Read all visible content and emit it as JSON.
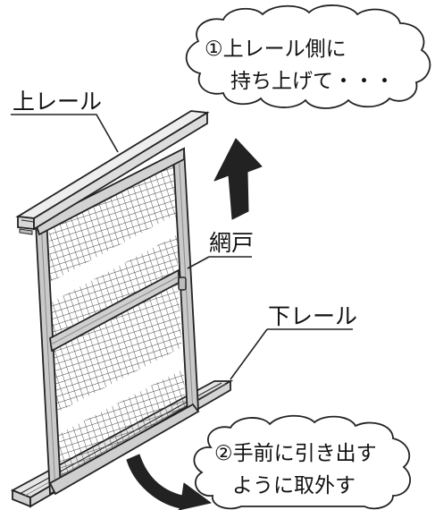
{
  "labels": {
    "upper_rail": "上レール",
    "screen_door": "網戸",
    "lower_rail": "下レール"
  },
  "instructions": {
    "step1": {
      "line1": "①上レール側に",
      "line2": "持ち上げて・・・"
    },
    "step2": {
      "line1": "②手前に引き出す",
      "line2": "ように取外す"
    }
  },
  "colors": {
    "line": "#222222",
    "frame": "#c8c8c8",
    "frame_shadow": "#8a8a8a",
    "rail": "#e4e4e4",
    "arrow": "#222222",
    "mesh": "#444444"
  }
}
